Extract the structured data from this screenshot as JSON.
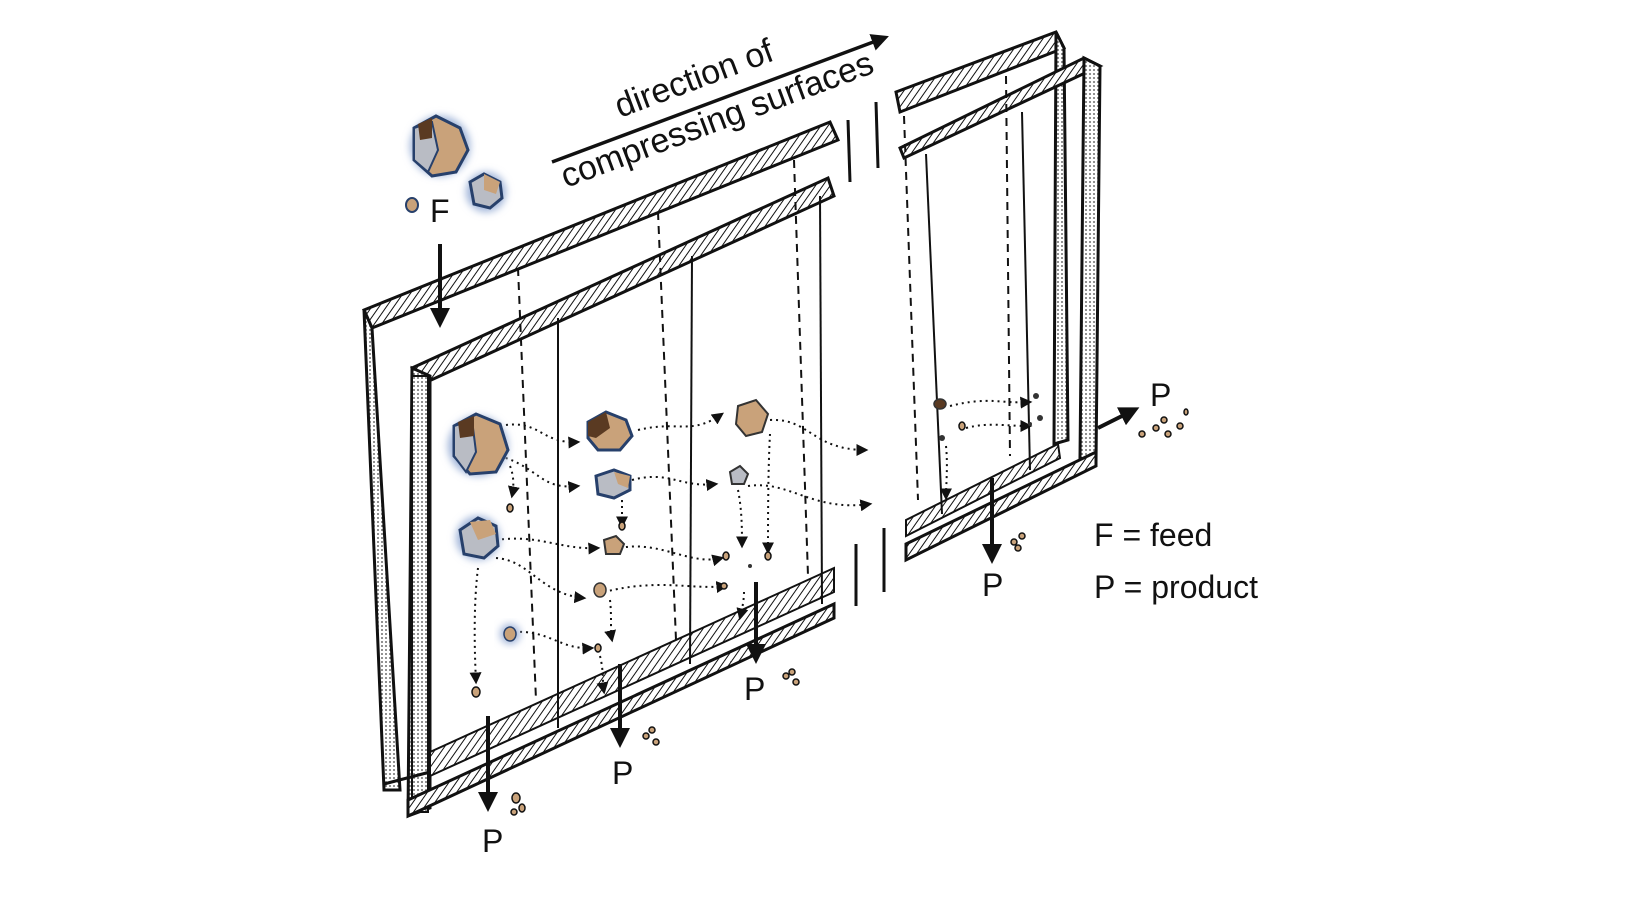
{
  "direction": {
    "line1": "direction of",
    "line2": "compressing surfaces"
  },
  "feed_label": "F",
  "product_label": "P",
  "legend": {
    "feed": "F = feed",
    "product": "P = product"
  },
  "colors": {
    "line": "#111111",
    "rock_tan": "#c9a27a",
    "rock_gray": "#b9bcc4",
    "rock_dark": "#5a3a22",
    "rock_outline": "#27406b",
    "rock_glow": "#9fb3d8"
  }
}
